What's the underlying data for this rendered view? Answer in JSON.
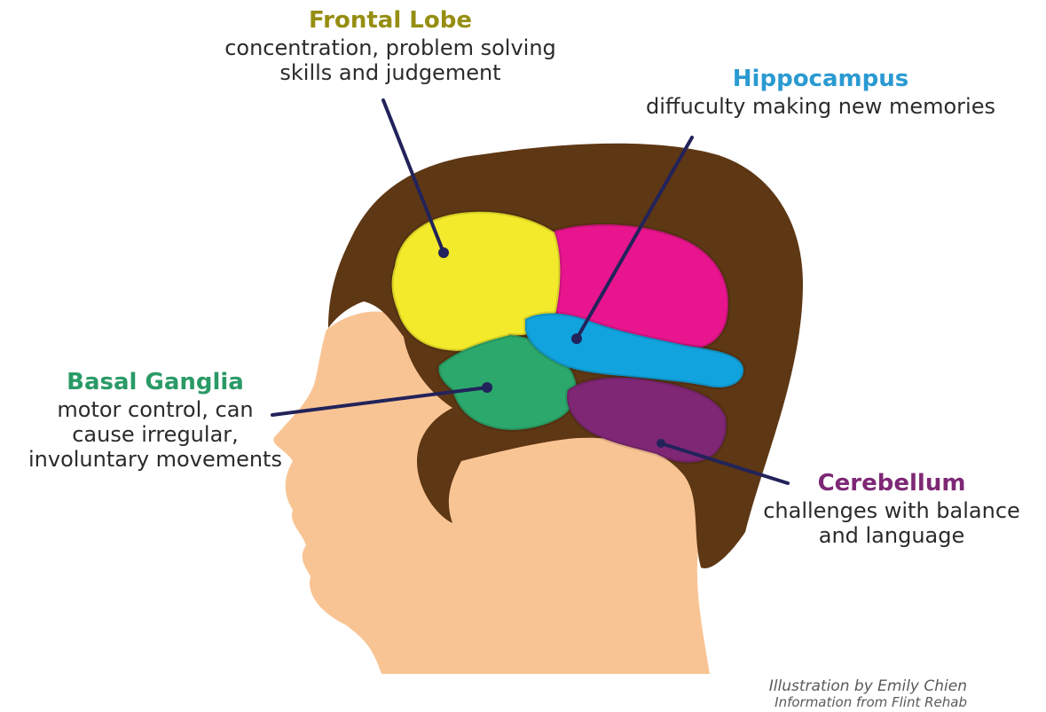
{
  "colors": {
    "head_skin": "#f9c494",
    "hair": "#5e3714",
    "frontal_lobe": "#f2ea2a",
    "hippocampus": "#11a3dd",
    "basal_ganglia": "#2ca86c",
    "cerebellum": "#7f2774",
    "upper_region": "#e8158e",
    "pointer_line": "#22235a",
    "frontal_title": "#968e12",
    "hippocampus_title": "#2a9ad1",
    "basal_title": "#2a9a66",
    "cerebellum_title": "#7e2875"
  },
  "regions": {
    "frontal_lobe": {
      "title": "Frontal Lobe",
      "description": "concentration, problem solving\nskills and judgement"
    },
    "hippocampus": {
      "title": "Hippocampus",
      "description": "diffuculty making new memories"
    },
    "basal_ganglia": {
      "title": "Basal Ganglia",
      "description": "motor control, can\ncause irregular,\ninvoluntary movements"
    },
    "cerebellum": {
      "title": "Cerebellum",
      "description": "challenges with balance\nand language"
    }
  },
  "credits": {
    "illustration": "Illustration by Emily Chien",
    "information": "Information from Flint Rehab"
  }
}
